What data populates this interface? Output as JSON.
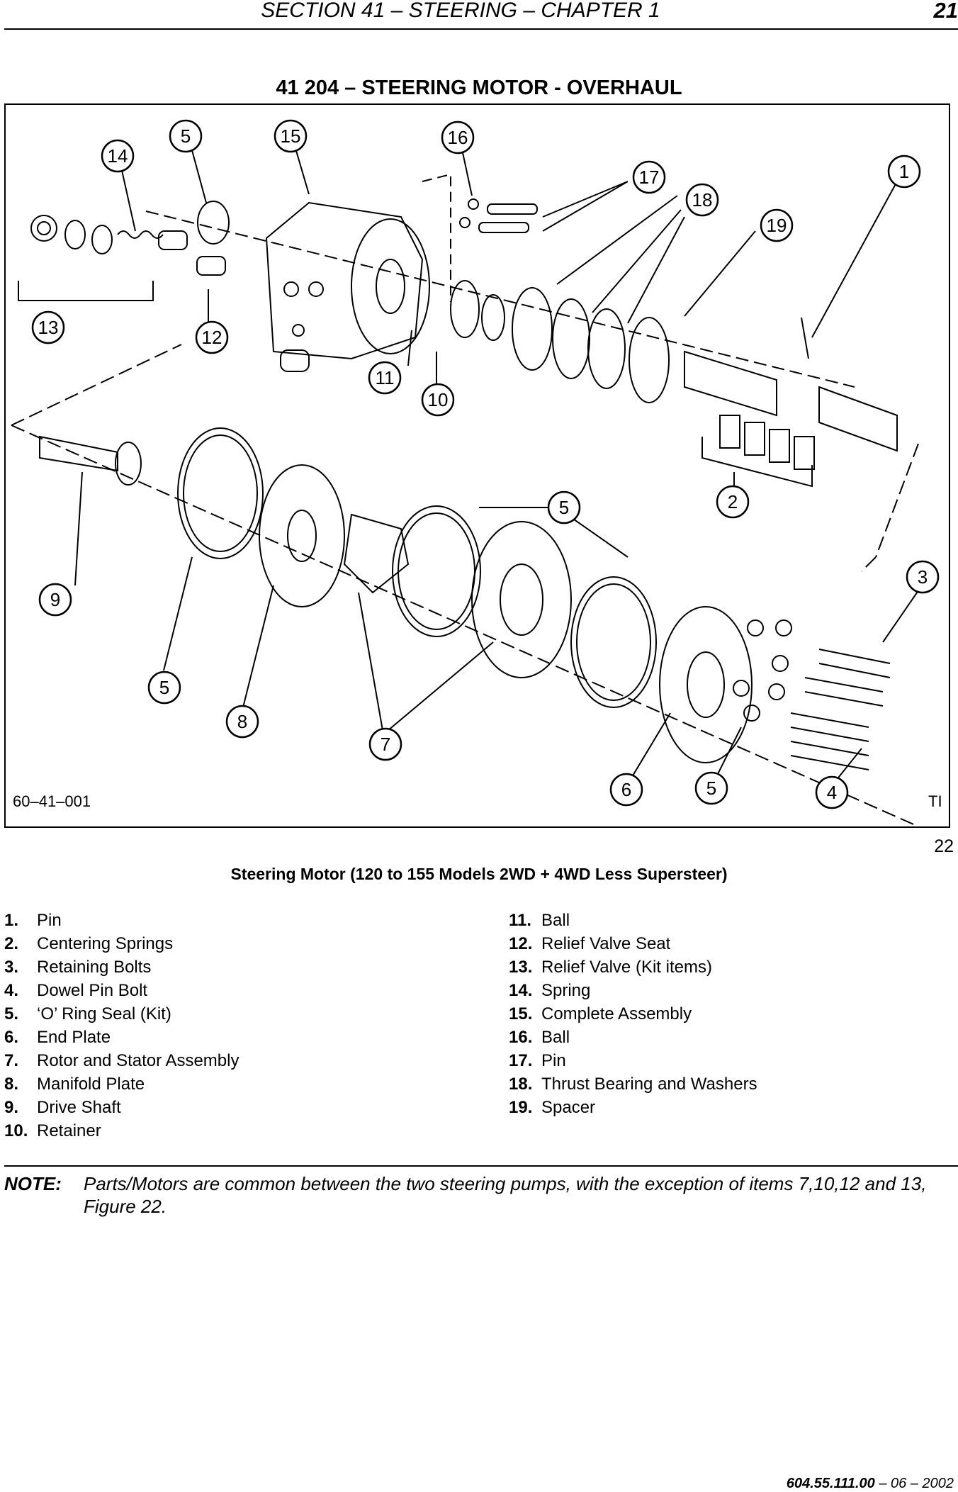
{
  "header": {
    "section_title": "SECTION 41 – STEERING – CHAPTER 1",
    "page_number": "21"
  },
  "procedure_title": "41 204 – STEERING MOTOR - OVERHAUL",
  "figure": {
    "code": "60–41–001",
    "tag": "TI",
    "number": "22",
    "caption": "Steering Motor (120 to 155 Models 2WD + 4WD Less Supersteer)",
    "callouts": [
      "14",
      "5",
      "15",
      "16",
      "17",
      "18",
      "1",
      "19",
      "13",
      "12",
      "11",
      "10",
      "2",
      "9",
      "5",
      "3",
      "5",
      "8",
      "7",
      "6",
      "5",
      "4",
      "5"
    ]
  },
  "legend": {
    "left": [
      {
        "num": "1.",
        "label": "Pin"
      },
      {
        "num": "2.",
        "label": "Centering Springs"
      },
      {
        "num": "3.",
        "label": "Retaining Bolts"
      },
      {
        "num": "4.",
        "label": "Dowel Pin Bolt"
      },
      {
        "num": "5.",
        "label": "‘O’ Ring Seal (Kit)"
      },
      {
        "num": "6.",
        "label": "End Plate"
      },
      {
        "num": "7.",
        "label": "Rotor and Stator Assembly"
      },
      {
        "num": "8.",
        "label": "Manifold Plate"
      },
      {
        "num": "9.",
        "label": "Drive Shaft"
      },
      {
        "num": "10.",
        "label": "Retainer"
      }
    ],
    "right": [
      {
        "num": "11.",
        "label": "Ball"
      },
      {
        "num": "12.",
        "label": "Relief Valve Seat"
      },
      {
        "num": "13.",
        "label": "Relief Valve (Kit items)"
      },
      {
        "num": "14.",
        "label": "Spring"
      },
      {
        "num": "15.",
        "label": "Complete Assembly"
      },
      {
        "num": "16.",
        "label": "Ball"
      },
      {
        "num": "17.",
        "label": "Pin"
      },
      {
        "num": "18.",
        "label": "Thrust Bearing and Washers"
      },
      {
        "num": "19.",
        "label": "Spacer"
      }
    ]
  },
  "note": {
    "label": "NOTE:",
    "text": "Parts/Motors are common between the two steering pumps, with the exception of items 7,10,12 and 13, Figure  22."
  },
  "footer": {
    "code": "604.55.111.00",
    "date": " – 06 – 2002"
  }
}
